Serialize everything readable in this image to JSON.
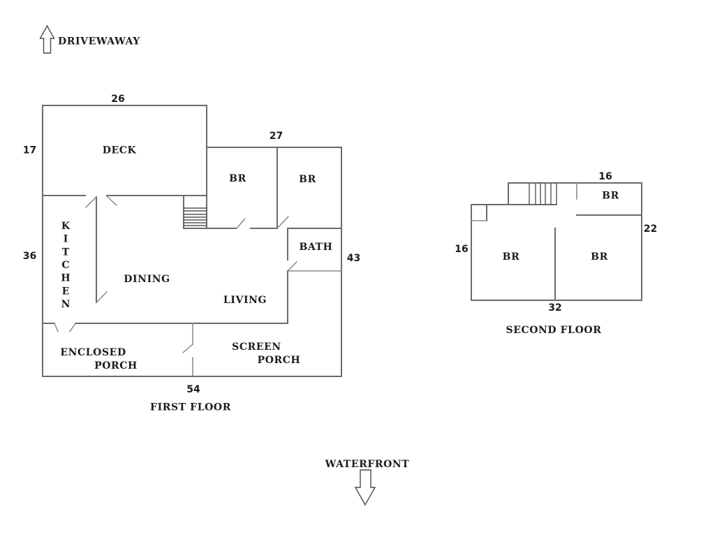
{
  "orientation": {
    "top": {
      "label": "DRIVEWAWAY",
      "icon": "arrow-up-icon"
    },
    "bottom": {
      "label": "WATERFRONT",
      "icon": "arrow-down-icon"
    }
  },
  "first_floor": {
    "title": "FIRST FLOOR",
    "dimensions": {
      "deck_width": "26",
      "deck_depth": "17",
      "bedroom_wing_width": "27",
      "left_depth": "36",
      "right_depth": "43",
      "overall_width": "54"
    },
    "rooms": {
      "deck": "DECK",
      "bedroom_1": "BR",
      "bedroom_2": "BR",
      "bath": "BATH",
      "kitchen": "KITCHEN",
      "dining": "DINING",
      "living": "LIVING",
      "enclosed_porch": [
        "ENCLOSED",
        "PORCH"
      ],
      "screen_porch": [
        "SCREEN",
        "PORCH"
      ]
    }
  },
  "second_floor": {
    "title": "SECOND FLOOR",
    "dimensions": {
      "top_width": "16",
      "right_depth": "22",
      "left_depth": "16",
      "overall_width": "32"
    },
    "rooms": {
      "bedroom_small": "BR",
      "bedroom_left": "BR",
      "bedroom_right": "BR"
    }
  }
}
